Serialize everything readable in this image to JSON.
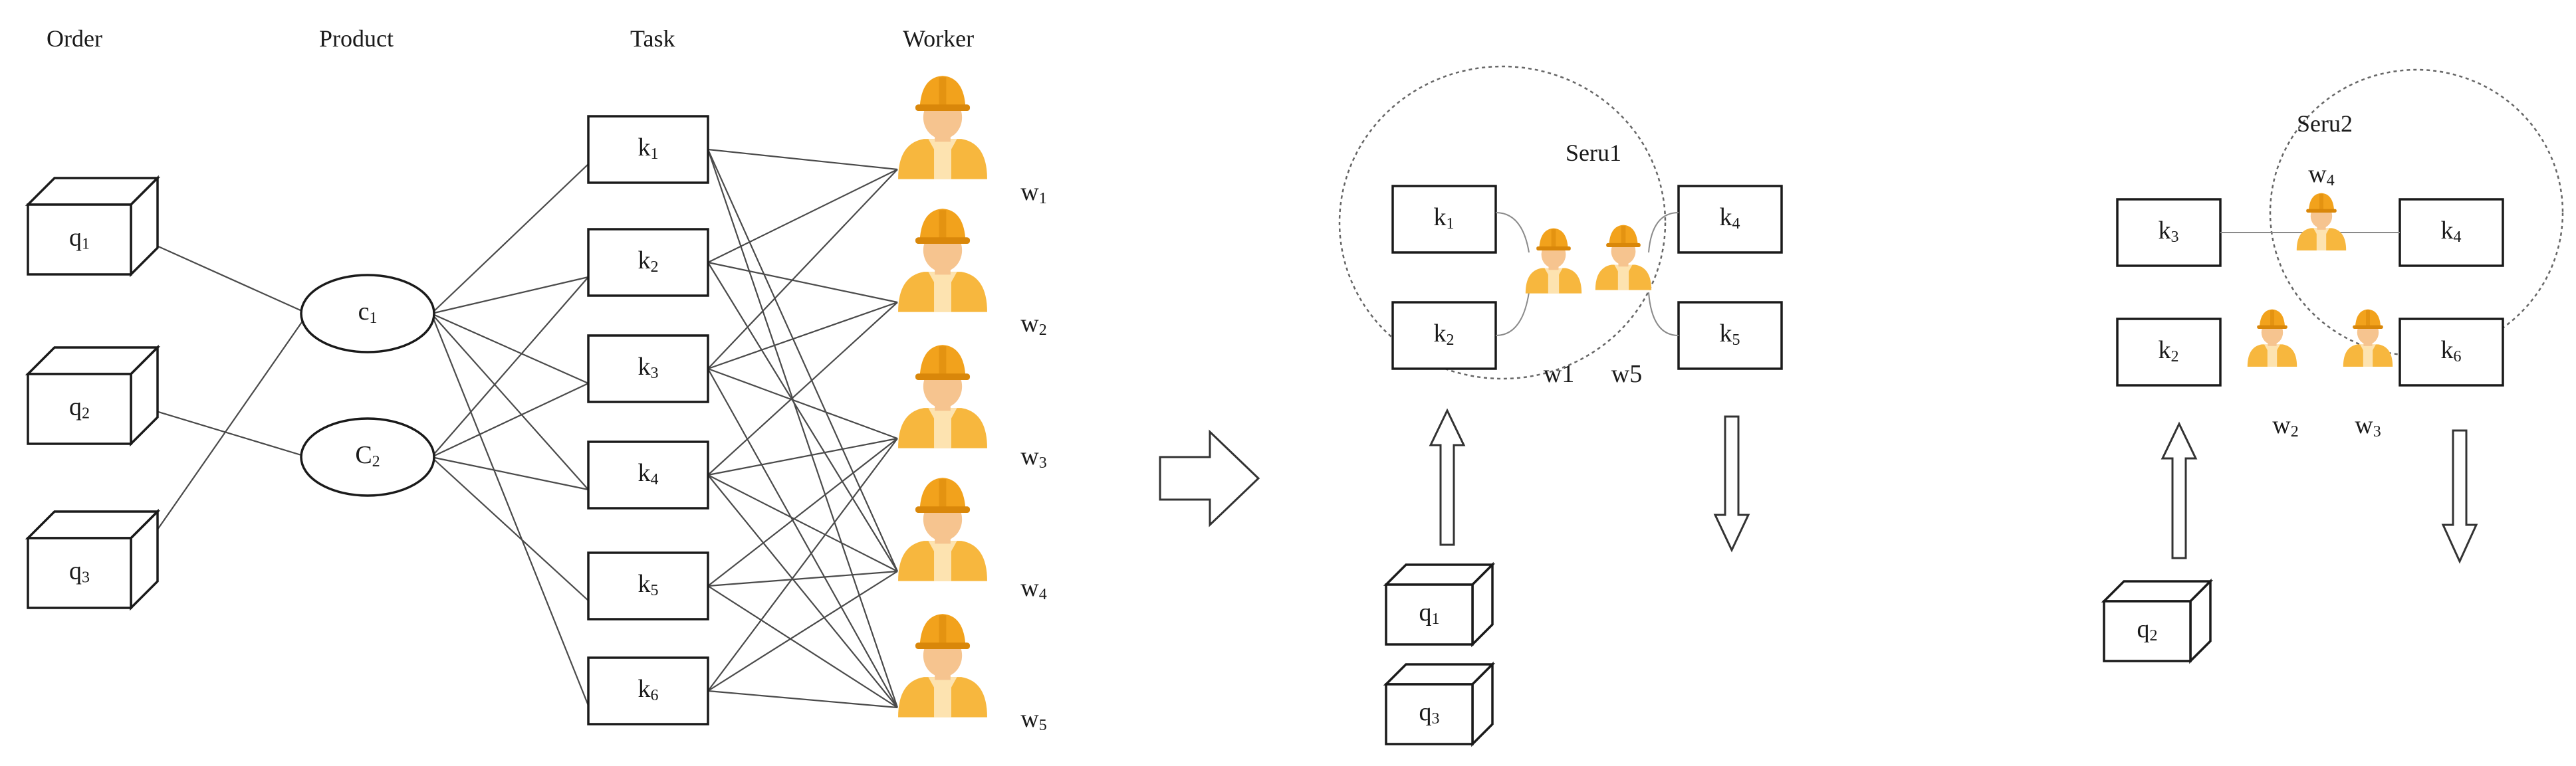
{
  "headers": {
    "order": "Order",
    "product": "Product",
    "task": "Task",
    "worker": "Worker"
  },
  "orders": [
    {
      "id": "q1",
      "base": "q",
      "sub": "1"
    },
    {
      "id": "q2",
      "base": "q",
      "sub": "2"
    },
    {
      "id": "q3",
      "base": "q",
      "sub": "3"
    }
  ],
  "products": [
    {
      "id": "c1",
      "base": "c",
      "sub": "1"
    },
    {
      "id": "c2",
      "base": "C",
      "sub": "2"
    }
  ],
  "tasks": [
    {
      "id": "k1",
      "base": "k",
      "sub": "1"
    },
    {
      "id": "k2",
      "base": "k",
      "sub": "2"
    },
    {
      "id": "k3",
      "base": "k",
      "sub": "3"
    },
    {
      "id": "k4",
      "base": "k",
      "sub": "4"
    },
    {
      "id": "k5",
      "base": "k",
      "sub": "5"
    },
    {
      "id": "k6",
      "base": "k",
      "sub": "6"
    }
  ],
  "workers": [
    {
      "id": "w1",
      "base": "w",
      "sub": "1"
    },
    {
      "id": "w2",
      "base": "w",
      "sub": "2"
    },
    {
      "id": "w3",
      "base": "w",
      "sub": "3"
    },
    {
      "id": "w4",
      "base": "w",
      "sub": "4"
    },
    {
      "id": "w5",
      "base": "w",
      "sub": "5"
    }
  ],
  "edges": {
    "order_product": [
      [
        "q1",
        "c1"
      ],
      [
        "q2",
        "c2"
      ],
      [
        "q3",
        "c1"
      ]
    ],
    "product_task": [
      [
        "c1",
        "k1"
      ],
      [
        "c1",
        "k2"
      ],
      [
        "c1",
        "k3"
      ],
      [
        "c1",
        "k4"
      ],
      [
        "c1",
        "k6"
      ],
      [
        "c2",
        "k2"
      ],
      [
        "c2",
        "k3"
      ],
      [
        "c2",
        "k4"
      ],
      [
        "c2",
        "k5"
      ]
    ],
    "task_worker": [
      [
        "k1",
        "w1"
      ],
      [
        "k1",
        "w4"
      ],
      [
        "k1",
        "w5"
      ],
      [
        "k2",
        "w1"
      ],
      [
        "k2",
        "w2"
      ],
      [
        "k2",
        "w4"
      ],
      [
        "k3",
        "w1"
      ],
      [
        "k3",
        "w2"
      ],
      [
        "k3",
        "w3"
      ],
      [
        "k3",
        "w5"
      ],
      [
        "k4",
        "w2"
      ],
      [
        "k4",
        "w3"
      ],
      [
        "k4",
        "w4"
      ],
      [
        "k4",
        "w5"
      ],
      [
        "k5",
        "w3"
      ],
      [
        "k5",
        "w4"
      ],
      [
        "k5",
        "w5"
      ],
      [
        "k6",
        "w3"
      ],
      [
        "k6",
        "w4"
      ],
      [
        "k6",
        "w5"
      ]
    ]
  },
  "serus": [
    {
      "title": "Seru1",
      "tasks": [
        {
          "base": "k",
          "sub": "1"
        },
        {
          "base": "k",
          "sub": "2"
        },
        {
          "base": "k",
          "sub": "4"
        },
        {
          "base": "k",
          "sub": "5"
        }
      ],
      "workers": [
        "w1",
        "w5"
      ],
      "orders": [
        {
          "base": "q",
          "sub": "1"
        },
        {
          "base": "q",
          "sub": "3"
        }
      ]
    },
    {
      "title": "Seru2",
      "tasks": [
        {
          "base": "k",
          "sub": "3"
        },
        {
          "base": "k",
          "sub": "4"
        },
        {
          "base": "k",
          "sub": "2"
        },
        {
          "base": "k",
          "sub": "6"
        }
      ],
      "workers": [
        {
          "base": "w",
          "sub": "4"
        },
        {
          "base": "w",
          "sub": "2"
        },
        {
          "base": "w",
          "sub": "3"
        }
      ],
      "orders": [
        {
          "base": "q",
          "sub": "2"
        }
      ]
    }
  ],
  "colors": {
    "helmet": "#f2a21c",
    "helmet_dark": "#d9870a",
    "skin": "#f6c48f",
    "vest": "#f7b73e",
    "shirt": "#fde3b0"
  }
}
